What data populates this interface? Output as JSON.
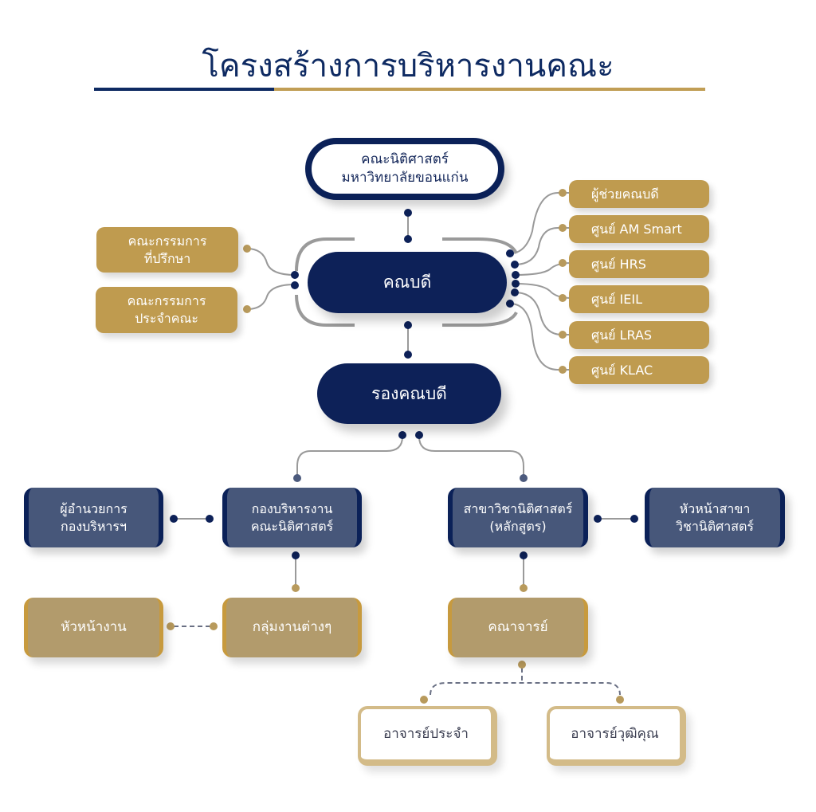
{
  "header": {
    "title": "โครงสร้างการบริหารงานคณะ"
  },
  "colors": {
    "navy": "#0d2158",
    "gold": "#bf9b4f",
    "slate": "#47577a",
    "tan": "#b29b6c",
    "connector": "#9a9a9a"
  },
  "nodes": {
    "faculty": {
      "line1": "คณะนิติศาสตร์",
      "line2": "มหาวิทยาลัยขอนแก่น"
    },
    "dean": {
      "label": "คณบดี"
    },
    "advisory_committee": {
      "line1": "คณะกรรมการ",
      "line2": "ที่ปรึกษา"
    },
    "faculty_committee": {
      "line1": "คณะกรรมการ",
      "line2": "ประจำคณะ"
    },
    "right_units": [
      {
        "label": "ผู้ช่วยคณบดี"
      },
      {
        "label": "ศูนย์ AM Smart"
      },
      {
        "label": "ศูนย์ HRS"
      },
      {
        "label": "ศูนย์ IEIL"
      },
      {
        "label": "ศูนย์ LRAS"
      },
      {
        "label": "ศูนย์ KLAC"
      }
    ],
    "vice_dean": {
      "label": "รองคณบดี"
    },
    "admin_director": {
      "line1": "ผู้อำนวยการ",
      "line2": "กองบริหารฯ"
    },
    "admin_division": {
      "line1": "กองบริหารงาน",
      "line2": "คณะนิติศาสตร์"
    },
    "law_program": {
      "line1": "สาขาวิชานิติศาสตร์",
      "line2": "(หลักสูตร)"
    },
    "program_head": {
      "line1": "หัวหน้าสาขา",
      "line2": "วิชานิติศาสตร์"
    },
    "section_head": {
      "label": "หัวหน้างาน"
    },
    "work_groups": {
      "label": "กลุ่มงานต่างๆ"
    },
    "faculty_staff": {
      "label": "คณาจารย์"
    },
    "regular_lecturer": {
      "label": "อาจารย์ประจำ"
    },
    "honorary_lecturer": {
      "label": "อาจารย์วุฒิคุณ"
    }
  }
}
